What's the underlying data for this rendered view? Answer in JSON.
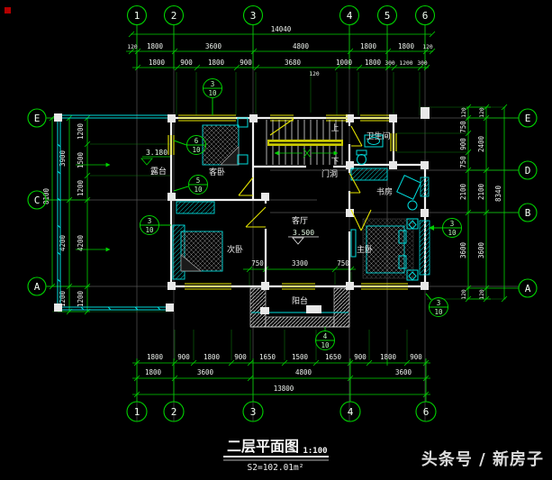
{
  "palette": {
    "background": "#000000",
    "dimension_green": "#00d200",
    "wall_white": "#f0f0f0",
    "furniture_cyan": "#00dcdc",
    "window_yellow": "#e3e300",
    "text_white": "#eef3ee",
    "watermark_gray": "#dcdcdc",
    "marker_red": "#b40000"
  },
  "axes": {
    "top": [
      "1",
      "2",
      "3",
      "4",
      "5",
      "6"
    ],
    "bottom": [
      "1",
      "2",
      "3",
      "4",
      "6"
    ],
    "left": [
      "E",
      "C",
      "A"
    ],
    "right": [
      "E",
      "D",
      "B",
      "A"
    ]
  },
  "dims": {
    "topTotal": "14040",
    "topR1": [
      "120",
      "1800",
      "3600",
      "4800",
      "1800",
      "1800",
      "120"
    ],
    "topR2": [
      "1800",
      "900",
      "1800",
      "900",
      "3680",
      "1000",
      "1800",
      "300",
      "1200",
      "300"
    ],
    "topSub": "120",
    "botR1": [
      "1800",
      "900",
      "1800",
      "900",
      "1650",
      "1500",
      "1650",
      "900",
      "1800",
      "900"
    ],
    "botR2": [
      "1800",
      "3600",
      "4800",
      "3600"
    ],
    "botTotal": "13800",
    "leftInner": [
      "1200",
      "1500",
      "1200",
      "4200",
      "1200"
    ],
    "leftMid": [
      "3900",
      "4200",
      "1200"
    ],
    "leftTotal": "8100",
    "rightInner": [
      "120",
      "750",
      "900",
      "750",
      "2100",
      "3600",
      "120"
    ],
    "rightMid": [
      "120",
      "2400",
      "2100",
      "3600",
      "120"
    ],
    "rightTotal": "8340",
    "inner": [
      "750",
      "3300",
      "750"
    ]
  },
  "rooms": {
    "terrace": "露台",
    "terrace_level": "3.180",
    "guest": "客卧",
    "living": "客厅",
    "living_level": "3.500",
    "second": "次卧",
    "master": "主卧",
    "study": "书房",
    "bath": "卫生间",
    "balcony": "阳台",
    "door_opening": "门洞",
    "stair_up": "上",
    "stair_down": "下"
  },
  "details": [
    {
      "n": "3",
      "d": "10"
    },
    {
      "n": "6",
      "d": "10"
    },
    {
      "n": "5",
      "d": "10"
    },
    {
      "n": "3",
      "d": "10"
    },
    {
      "n": "3",
      "d": "10"
    },
    {
      "n": "3",
      "d": "10"
    },
    {
      "n": "4",
      "d": "10"
    }
  ],
  "title": {
    "name": "二层平面图",
    "scale": "1:100",
    "area": "S2=102.01m²"
  },
  "watermark": {
    "text": "头条号 / 新房子"
  }
}
